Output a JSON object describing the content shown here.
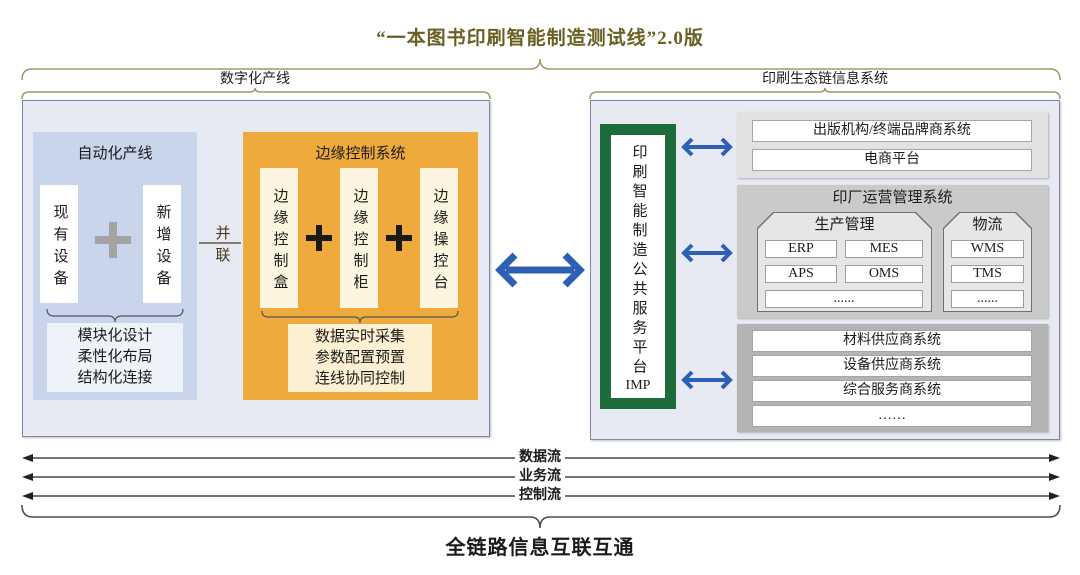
{
  "title": "“一本图书印刷智能制造测试线”2.0版",
  "left": {
    "label": "数字化产线",
    "automation": {
      "title": "自动化产线",
      "devices": [
        "现有设备",
        "新增设备"
      ],
      "features": [
        "模块化设计",
        "柔性化布局",
        "结构化连接"
      ]
    },
    "connector": "并联",
    "edge": {
      "title": "边缘控制系统",
      "devices": [
        "边缘控制盒",
        "边缘控制柜",
        "边缘操控台"
      ],
      "features": [
        "数据实时采集",
        "参数配置预置",
        "连线协同控制"
      ]
    }
  },
  "right": {
    "label": "印刷生态链信息系统",
    "platform": {
      "name": "印刷智能制造公共服务平台",
      "code": "IMP"
    },
    "publishers": [
      "出版机构/终端品牌商系统",
      "电商平台"
    ],
    "factory_ops": {
      "title": "印厂运营管理系统",
      "production": {
        "title": "生产管理",
        "items": [
          "ERP",
          "MES",
          "APS",
          "OMS"
        ],
        "more": "......"
      },
      "logistics": {
        "title": "物流",
        "items": [
          "WMS",
          "TMS"
        ],
        "more": "......"
      }
    },
    "suppliers": [
      "材料供应商系统",
      "设备供应商系统",
      "综合服务商系统",
      "……"
    ]
  },
  "flows": [
    "数据流",
    "业务流",
    "控制流"
  ],
  "footer": "全链路信息互联互通",
  "icons": {
    "combine": "plus-icon",
    "bidirectional_link": "double-arrow-icon"
  },
  "colors": {
    "title": "#6b6024",
    "brace": "#a59868",
    "panel_bg": "#e7eaf3",
    "panel_border": "#7e88a5",
    "automation_bg": "#c8d5ea",
    "edge_bg": "#eeaa3c",
    "edge_box": "#fdf4df",
    "edge_feature": "#fcefd2",
    "arrow_blue": "#2d5fb5",
    "platform_green": "#1e6b3b",
    "gray_light": "#e2e2e2",
    "gray_mid": "#cacaca",
    "gray_dark": "#b4b4b4"
  }
}
